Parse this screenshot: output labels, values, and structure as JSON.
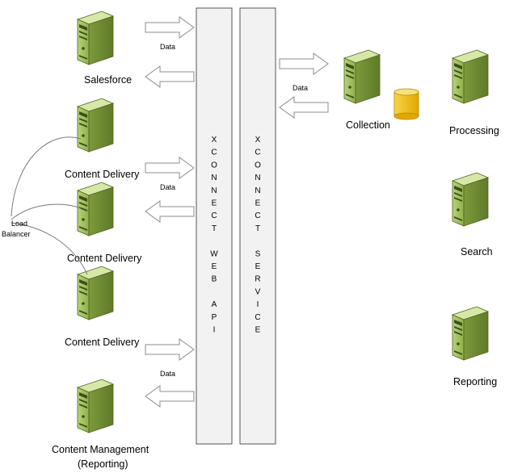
{
  "colors": {
    "server_body": "#9fbf5a",
    "server_dark": "#6f8c33",
    "server_light": "#cfe2a0",
    "panel_fill": "#f2f2f2",
    "panel_stroke": "#555555",
    "db_fill": "#f5c518"
  },
  "left_nodes": {
    "salesforce": "Salesforce",
    "cd1": "Content Delivery",
    "cd2": "Content Delivery",
    "cd3": "Content Delivery",
    "cm_line1": "Content Management",
    "cm_line2": "(Reporting)"
  },
  "load_balancer": {
    "line1": "Load",
    "line2": "Balancer"
  },
  "right_nodes": {
    "collection": "Collection",
    "processing": "Processing",
    "search": "Search",
    "reporting": "Reporting"
  },
  "data_label": "Data",
  "columns": {
    "web_api": [
      "X",
      "C",
      "O",
      "N",
      "N",
      "E",
      "C",
      "T",
      "",
      "W",
      "E",
      "B",
      "",
      "A",
      "P",
      "I"
    ],
    "service": [
      "X",
      "C",
      "O",
      "N",
      "N",
      "E",
      "C",
      "T",
      "",
      "S",
      "E",
      "R",
      "V",
      "I",
      "C",
      "E"
    ]
  },
  "icons": [
    "server-icon",
    "database-icon",
    "arrow-right-icon",
    "arrow-left-icon"
  ]
}
